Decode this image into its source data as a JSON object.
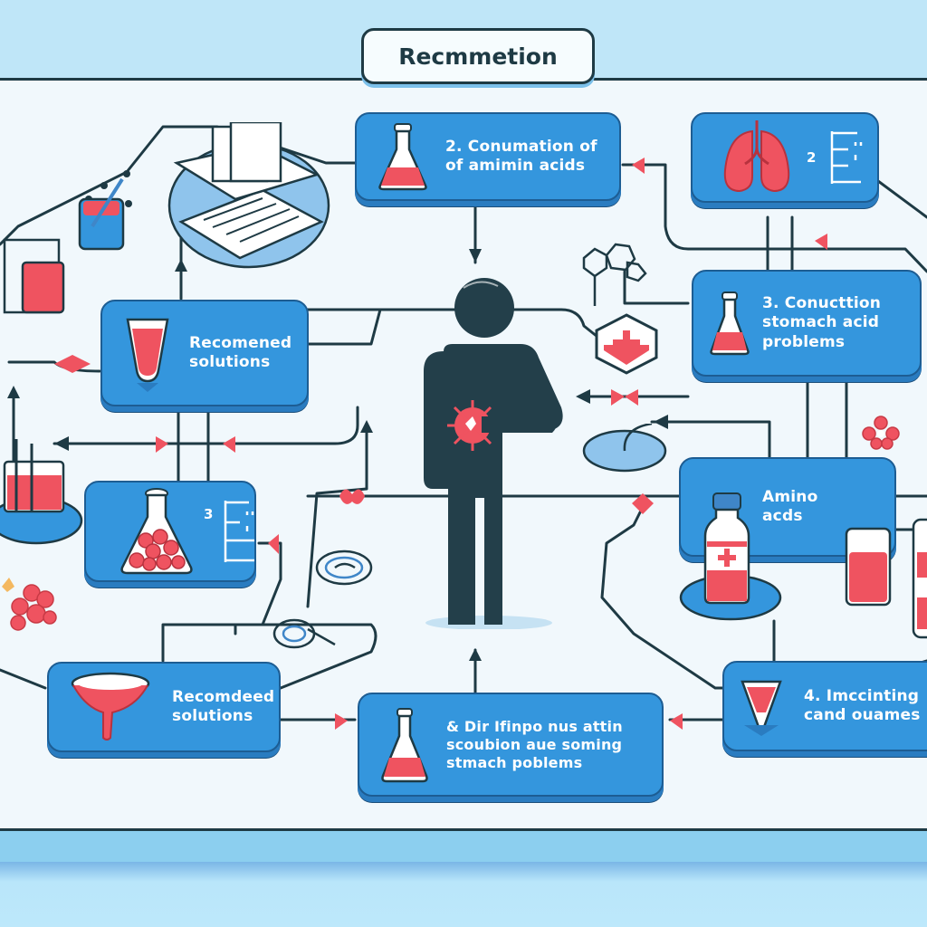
{
  "title": "Recmmetion",
  "colors": {
    "card_blue": "#3496dd",
    "dark_ink": "#1e3a44",
    "accent_red": "#ef5360",
    "band_light": "#bfe6f8",
    "canvas": "#f1f8fc"
  },
  "cards": {
    "consumption": {
      "line1": "2. Conumation of",
      "line2": "of amimin acids",
      "icon": "flask-icon"
    },
    "lungs": {
      "number": "2",
      "icon": "lungs-icon",
      "chart_icon": "bar-list-icon"
    },
    "stomach_acid": {
      "line1": "3. Conucttion",
      "line2": "stomach acid",
      "line3": "problems",
      "icon": "flask-icon"
    },
    "recommended_top": {
      "line1": "Recomened",
      "line2": "solutions",
      "icon": "beaker-icon"
    },
    "flask_list": {
      "number": "3",
      "icon": "flask-icon",
      "chart_icon": "bar-list-icon"
    },
    "amino": {
      "line1": "Amino",
      "line2": "acds",
      "icon": "bottle-icon"
    },
    "recommended_bottom": {
      "line1": "Recomdeed",
      "line2": "solutions",
      "icon": "funnel-icon"
    },
    "dir_info": {
      "line1": "& Dir Ifinpo nus attin",
      "line2": "scoubion aue soming",
      "line3": "stmach poblems",
      "icon": "flask-icon"
    },
    "incinting": {
      "line1": "4. Imccinting",
      "line2": "cand ouames",
      "icon": "cone-icon"
    }
  },
  "center_figure": {
    "icon": "person-stomach-pain-icon"
  }
}
